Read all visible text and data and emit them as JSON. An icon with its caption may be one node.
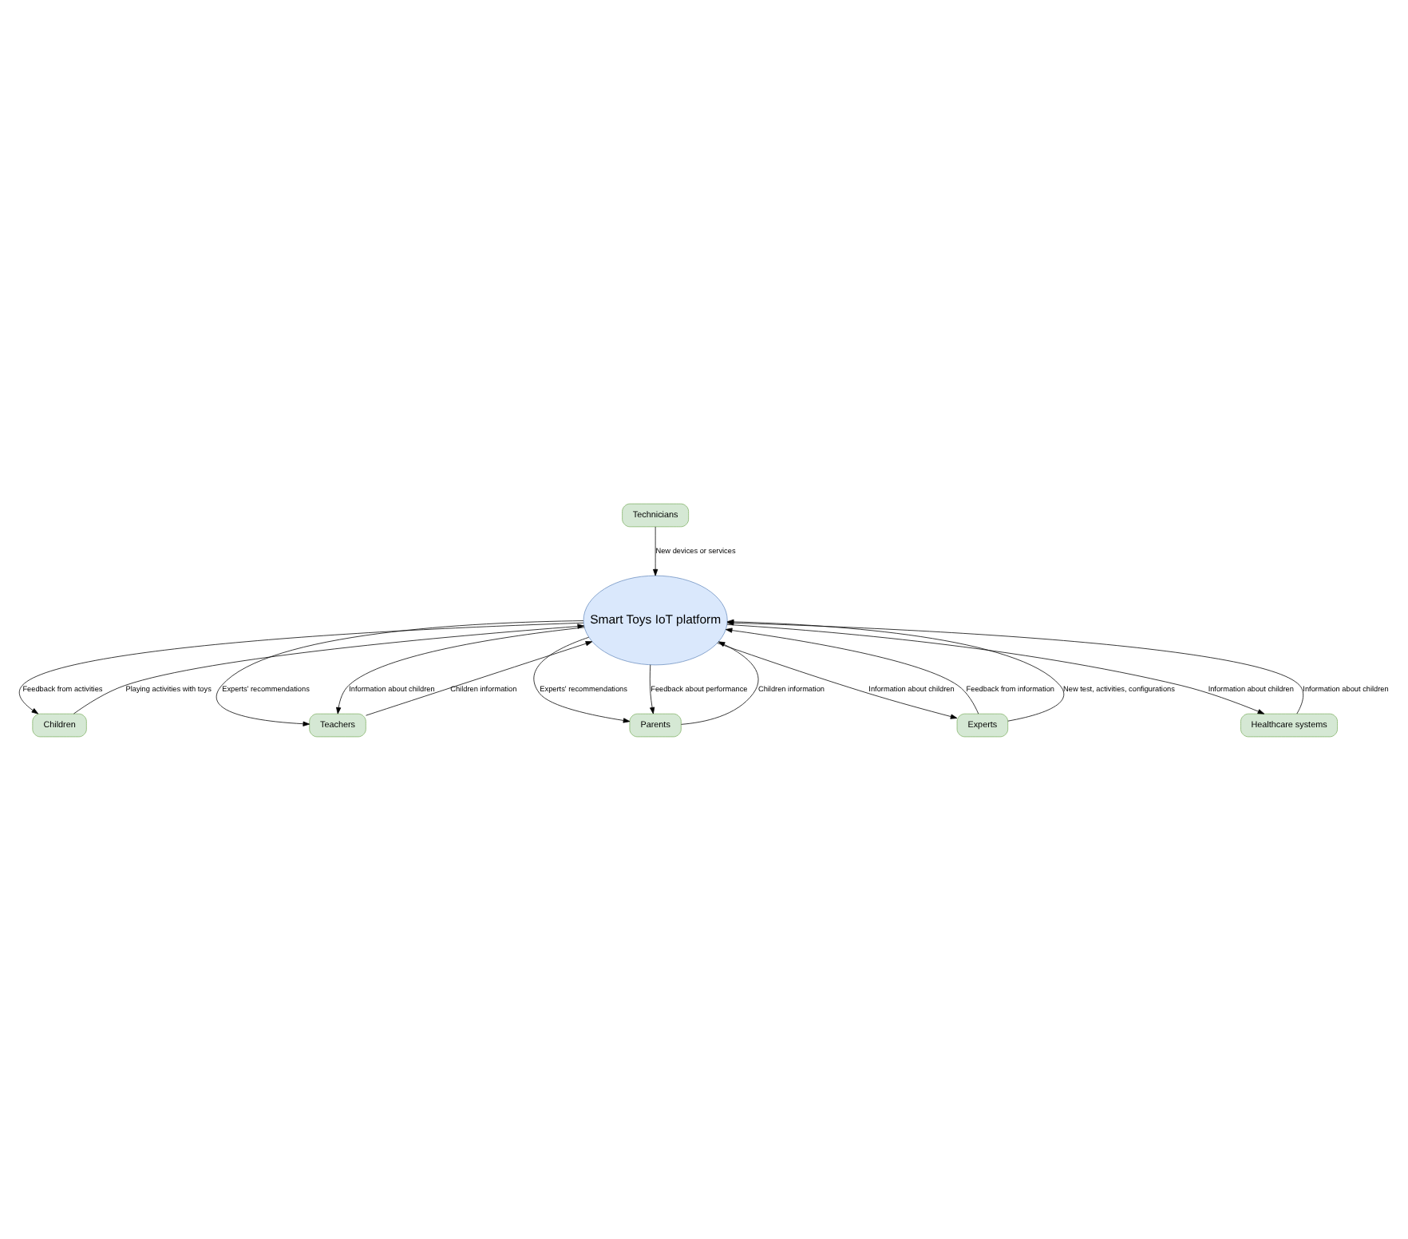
{
  "diagram": {
    "nodes": [
      {
        "text": [
          "Smart Toys IoT platform"
        ]
      },
      {
        "text": [
          "Technicians"
        ]
      },
      {
        "text": [
          "Children"
        ]
      },
      {
        "text": [
          "Teachers"
        ]
      },
      {
        "text": [
          "Parents"
        ]
      },
      {
        "text": [
          "Experts"
        ]
      },
      {
        "text": [
          "Healthcare systems"
        ]
      }
    ],
    "edges": [
      {
        "from": 1,
        "to": 0,
        "arrow": "to",
        "label": "New devices or services"
      },
      {
        "from": 2,
        "to": 0,
        "arrow": "to",
        "label": "Playing activities with toys"
      },
      {
        "from": 3,
        "to": 0,
        "arrow": "to",
        "label": "Children information"
      },
      {
        "from": 0,
        "to": 3,
        "arrow": "to",
        "label": "Experts' recommendations"
      },
      {
        "from": 0,
        "to": 3,
        "arrow": "to",
        "label": "Information about children"
      },
      {
        "from": 0,
        "to": 2,
        "arrow": "to",
        "label": "Feedback from activities"
      },
      {
        "from": 0,
        "to": 5,
        "arrow": "to",
        "label": "Information about children"
      },
      {
        "from": 5,
        "to": 0,
        "arrow": "to",
        "label": "Feedback from information"
      },
      {
        "from": 5,
        "to": 0,
        "arrow": "to",
        "label": "New test, activities, configurations"
      },
      {
        "from": 4,
        "to": 0,
        "arrow": "to",
        "label": "Children information"
      },
      {
        "from": 0,
        "to": 4,
        "arrow": "to",
        "label": "Experts' recommendations"
      },
      {
        "from": 0,
        "to": 4,
        "arrow": "to",
        "label": "Feedback about performance"
      },
      {
        "from": 0,
        "to": 6,
        "arrow": "to",
        "label": "Information about children"
      },
      {
        "from": 6,
        "to": 0,
        "arrow": "to",
        "label": "Information about children"
      }
    ]
  }
}
